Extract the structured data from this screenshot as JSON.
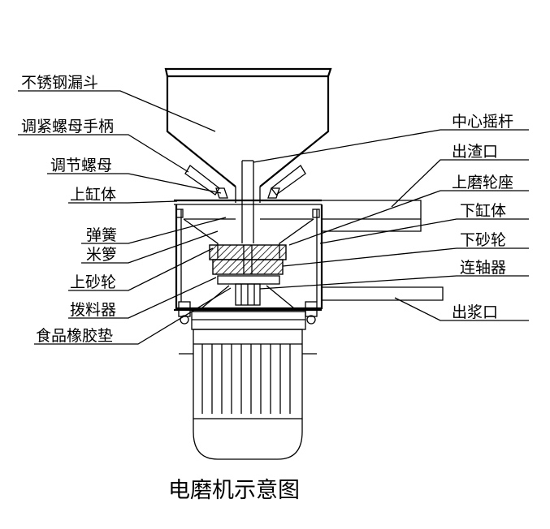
{
  "diagram": {
    "caption": "电磨机示意图",
    "labels_left": [
      {
        "id": "funnel",
        "text": "不锈钢漏斗"
      },
      {
        "id": "nut-handle",
        "text": "调紧螺母手柄"
      },
      {
        "id": "adjust-nut",
        "text": "调节螺母"
      },
      {
        "id": "upper-cylinder",
        "text": "上缸体"
      },
      {
        "id": "spring",
        "text": "弹簧"
      },
      {
        "id": "rice-basket",
        "text": "米箩"
      },
      {
        "id": "upper-wheel",
        "text": "上砂轮"
      },
      {
        "id": "stirrer",
        "text": "拨料器"
      },
      {
        "id": "rubber-pad",
        "text": "食品橡胶垫"
      }
    ],
    "labels_right": [
      {
        "id": "center-rocker",
        "text": "中心摇杆"
      },
      {
        "id": "slag-outlet",
        "text": "出渣口"
      },
      {
        "id": "upper-wheel-seat",
        "text": "上磨轮座"
      },
      {
        "id": "lower-cylinder",
        "text": "下缸体"
      },
      {
        "id": "lower-wheel",
        "text": "下砂轮"
      },
      {
        "id": "coupling",
        "text": "连轴器"
      },
      {
        "id": "pulp-outlet",
        "text": "出浆口"
      }
    ]
  }
}
